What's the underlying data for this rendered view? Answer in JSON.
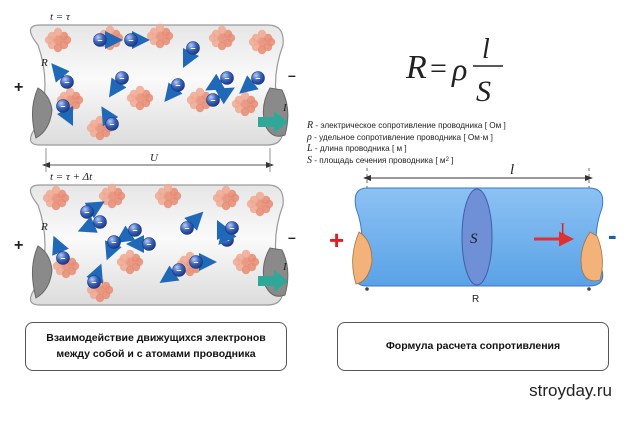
{
  "top_panel": {
    "time_label": "t = τ",
    "r_label": "R",
    "plus": "+",
    "minus": "–",
    "current": "I",
    "electron_sign": "–"
  },
  "voltage_label": "U",
  "bottom_panel": {
    "time_label": "t = τ + Δt",
    "r_label": "R",
    "plus": "+",
    "minus": "–",
    "current": "I"
  },
  "formula": {
    "lhs": "R",
    "eq": "=",
    "rho": "ρ",
    "numerator": "l",
    "denominator": "S"
  },
  "legend": [
    {
      "sym": "R",
      "text": " - электрическое сопротивление проводника [ Ом ]"
    },
    {
      "sym": "ρ",
      "text": " - удельное сопротивление проводника [ Ом·м ]"
    },
    {
      "sym": "L",
      "text": " - длина проводника [ м ]"
    },
    {
      "sym": "S",
      "text": " - площадь сечения проводника [ м",
      "sup": "2",
      "tail": " ]"
    }
  ],
  "conductor": {
    "length_label": "l",
    "section_label": "S",
    "current_label": "I",
    "resistance_label": "R",
    "plus": "+",
    "minus": "-"
  },
  "captions": {
    "left": "Взаимодействие движущихся электронов между собой и с атомами проводника",
    "right": "Формула расчета сопротивления"
  },
  "site": "stroyday.ru",
  "colors": {
    "tube_fill": "#f1f1f1",
    "atom": "#ec9a82",
    "electron": "#2e56b0",
    "arrow": "#1f69b8",
    "current_arrow": "#2fa89a",
    "conductor_fill": "#6fb1ee",
    "section_fill": "#6f8fd6",
    "end_fill": "#f2b27a",
    "plus_red": "#e02020",
    "red_arrow": "#e03030",
    "minus_blue": "#1a5fb0"
  },
  "icons": [
    "electron-icon",
    "atom-icon",
    "arrow-icon"
  ]
}
